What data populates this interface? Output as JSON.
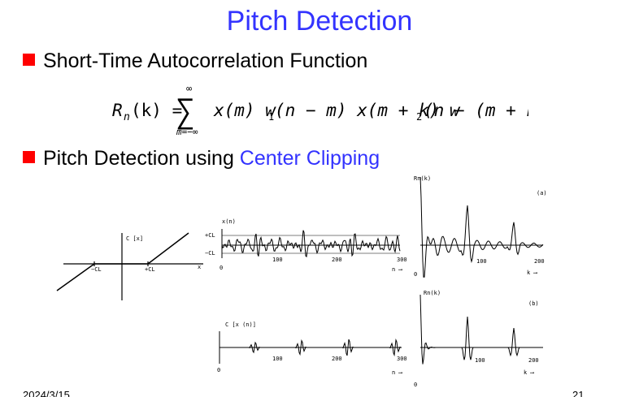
{
  "slide": {
    "title": "Pitch Detection",
    "title_color": "#3333ff",
    "bullet_color": "#ff0000",
    "bullets": [
      {
        "text": "Short-Time Autocorrelation Function"
      },
      {
        "text": "Pitch Detection using ",
        "highlight": "Center Clipping",
        "highlight_color": "#3333ff"
      }
    ],
    "formula": {
      "lhs_R": "R",
      "lhs_n": "n",
      "lhs_arg": "(k) =",
      "sigma": "∑",
      "sum_upper": "∞",
      "sum_lower": "m=−∞",
      "term_x1": "x(m) w",
      "sub1": "1",
      "term_mid": "(n − m) x(m + k) w",
      "sub2": "2",
      "term_end": "(n − (m + k))"
    },
    "footer": {
      "date": "2024/3/15",
      "page": "21"
    }
  },
  "figure": {
    "clipping_function": {
      "label": "C [x]",
      "neg_threshold": "−CL",
      "pos_threshold": "+CL",
      "x_axis": "x"
    },
    "signal_top": {
      "label": "x(n)",
      "pos_level": "+CL",
      "neg_level": "−CL",
      "ticks": [
        "0",
        "100",
        "200",
        "300"
      ],
      "n_label": "n ⟶"
    },
    "autocorr_top": {
      "label": "Rn(k)",
      "panel": "(a)",
      "ticks": [
        "0",
        "100",
        "200"
      ],
      "k_label": "k ⟶"
    },
    "signal_bottom": {
      "label": "C [x (n)]",
      "ticks": [
        "0",
        "100",
        "200",
        "300"
      ],
      "n_label": "n ⟶"
    },
    "autocorr_bottom": {
      "label": "Rn(k)",
      "panel": "(b)",
      "ticks": [
        "0",
        "100",
        "200"
      ],
      "k_label": "k ⟶"
    }
  }
}
